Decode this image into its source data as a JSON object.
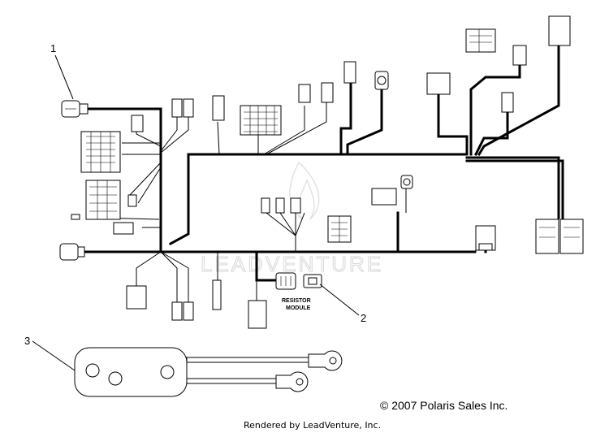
{
  "callouts": {
    "one": "1",
    "two": "2",
    "three": "3"
  },
  "labels": {
    "resistor_line1": "RESISTOR",
    "resistor_line2": "MODULE"
  },
  "watermark": "LEADVENTURE",
  "copyright": "© 2007 Polaris Sales Inc.",
  "footer": "Rendered by LeadVenture, Inc."
}
